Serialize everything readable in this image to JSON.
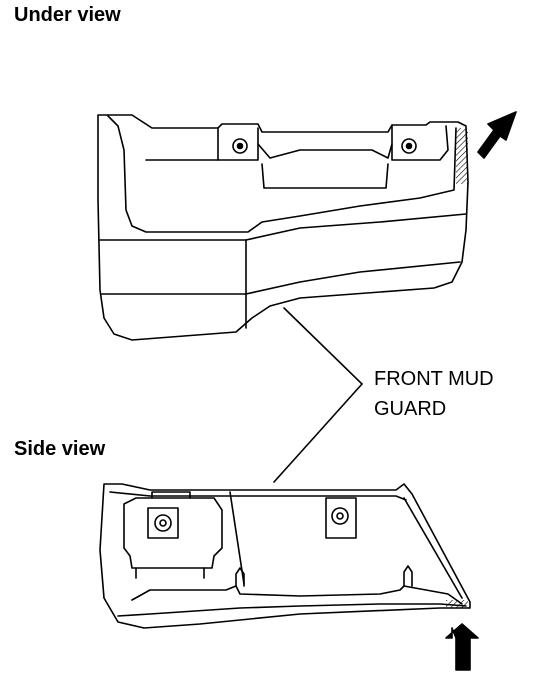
{
  "diagram": {
    "views": [
      {
        "id": "under",
        "label": "Under view"
      },
      {
        "id": "side",
        "label": "Side view"
      }
    ],
    "callout": {
      "line1": "FRONT MUD",
      "line2": "GUARD"
    },
    "colors": {
      "stroke": "#000000",
      "background": "#ffffff"
    }
  }
}
